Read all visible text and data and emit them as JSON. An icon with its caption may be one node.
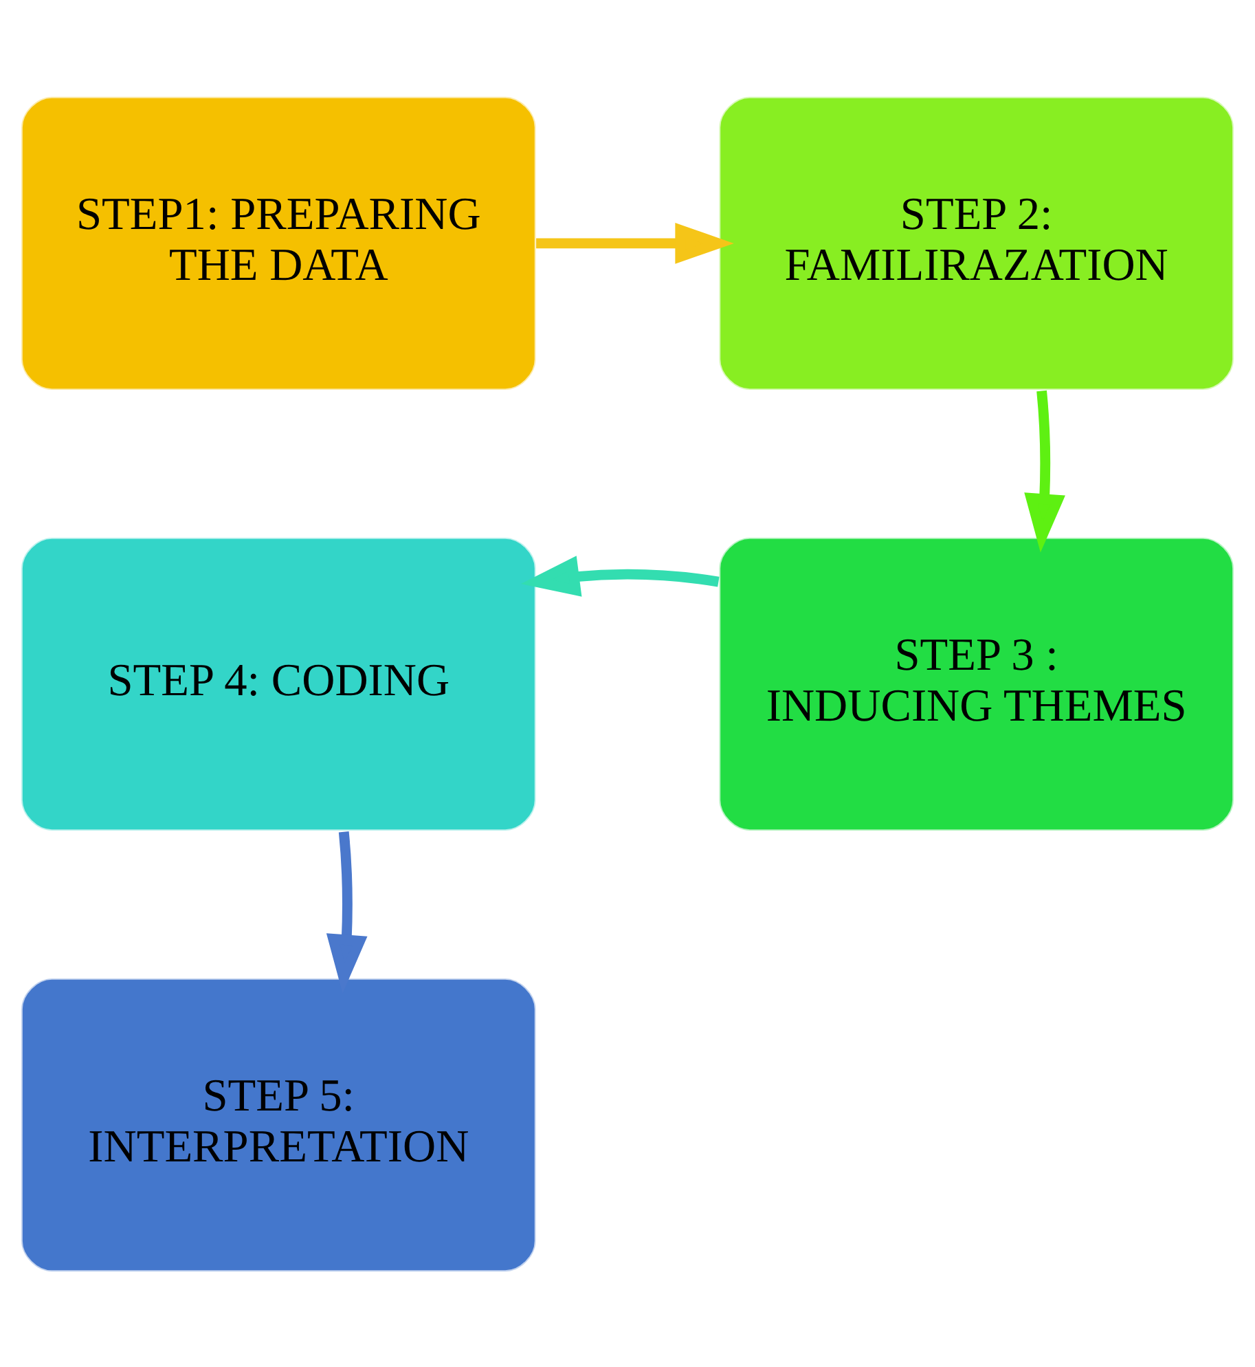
{
  "diagram": {
    "nodes": [
      {
        "text": [
          "STEP1: PREPARING THE DATA"
        ]
      },
      {
        "text": [
          "STEP 2: FAMILIRAZATION"
        ]
      },
      {
        "text": [
          "STEP 3 : INDUCING THEMES"
        ]
      },
      {
        "text": [
          "STEP 4: CODING"
        ]
      },
      {
        "text": [
          "STEP 5: INTERPRETATION"
        ]
      }
    ],
    "edges": [
      {
        "from": 0,
        "to": 1,
        "arrow": "to",
        "color": "#f5c518"
      },
      {
        "from": 1,
        "to": 2,
        "arrow": "to",
        "color": "#5ef012"
      },
      {
        "from": 2,
        "to": 3,
        "arrow": "to",
        "color": "#33ddb0"
      },
      {
        "from": 3,
        "to": 4,
        "arrow": "to",
        "color": "#4a78cc"
      }
    ]
  }
}
